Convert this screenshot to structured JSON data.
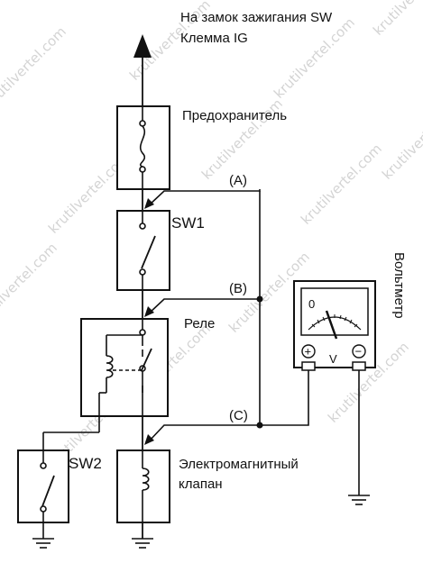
{
  "labels": {
    "ignition_line1": "На замок зажигания SW",
    "ignition_line2": "Клемма IG",
    "fuse": "Предохранитель",
    "sw1": "SW1",
    "relay": "Реле",
    "sw2": "SW2",
    "solenoid_line1": "Электромагнитный",
    "solenoid_line2": "клапан",
    "voltmeter": "Вольтметр",
    "point_a": "(A)",
    "point_b": "(B)",
    "point_c": "(C)",
    "meter_zero": "0",
    "meter_unit": "V",
    "meter_plus": "+",
    "meter_minus": "−"
  },
  "watermark": "krutilvertel.com",
  "colors": {
    "line": "#111111",
    "box_fill": "#ffffff",
    "watermark": "#d4d4d4"
  }
}
